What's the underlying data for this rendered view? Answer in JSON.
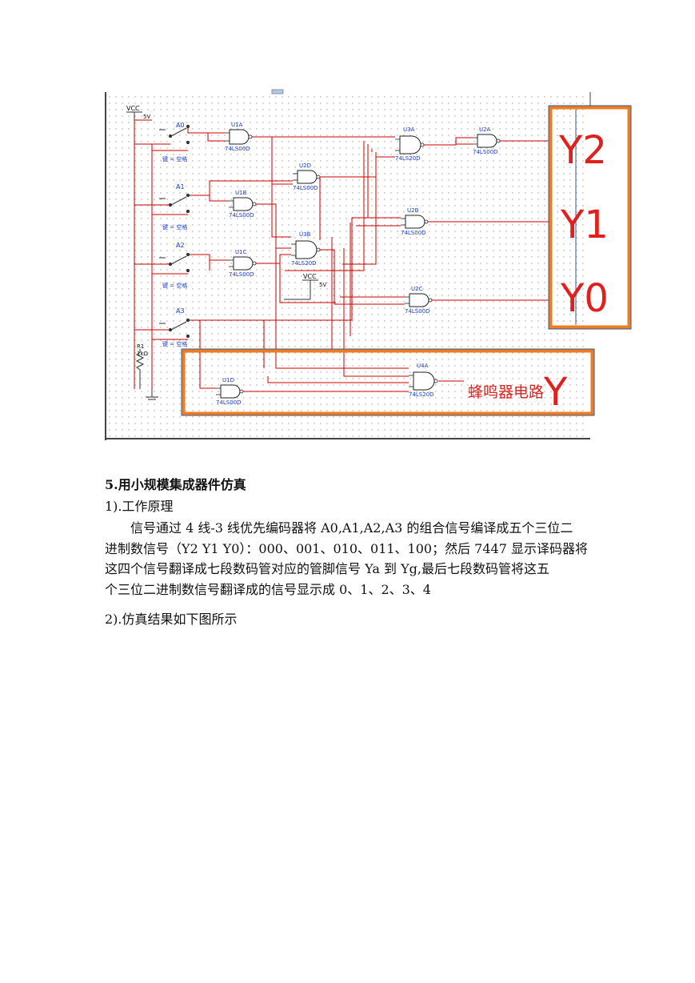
{
  "schematic": {
    "vcc_label": "VCC",
    "vcc_voltage": "5V",
    "vcc2_label": "VCC",
    "vcc2_voltage": "5V",
    "switches": [
      {
        "name": "A0",
        "key": "键 = 空格"
      },
      {
        "name": "A1",
        "key": "键 = 空格"
      },
      {
        "name": "A2",
        "key": "键 = 空格"
      },
      {
        "name": "A3",
        "key": "键 = 空格"
      }
    ],
    "resistor_name": "R1",
    "resistor_value": "1kΩ",
    "gates": [
      {
        "ref": "U1A",
        "part": "74LS00D"
      },
      {
        "ref": "U2D",
        "part": "74LS00D"
      },
      {
        "ref": "U1B",
        "part": "74LS00D"
      },
      {
        "ref": "U3B",
        "part": "74LS20D"
      },
      {
        "ref": "U1C",
        "part": "74LS00D"
      },
      {
        "ref": "U3A",
        "part": "74LS20D"
      },
      {
        "ref": "U2A",
        "part": "74LS00D"
      },
      {
        "ref": "U2B",
        "part": "74LS00D"
      },
      {
        "ref": "U2C",
        "part": "74LS00D"
      },
      {
        "ref": "U4A",
        "part": "74LS20D"
      },
      {
        "ref": "U1D",
        "part": "74LS00D"
      }
    ],
    "outputs": [
      "Y2",
      "Y1",
      "Y0"
    ],
    "buzzer_label": "蜂鸣器电路",
    "buzzer_output": "Y",
    "colors": {
      "wire": "#cc0000",
      "highlight": "#ef7d1f",
      "frame": "#3a5a9a",
      "label_blue": "#1a3ccc"
    }
  },
  "text": {
    "section_title": "5.用小规模集成器件仿真",
    "sub1": "1).工作原理",
    "para_lines": [
      "信号通过 4 线-3 线优先编码器将 A0,A1,A2,A3 的组合信号编译成五个三位二",
      "进制数信号（Y2 Y1 Y0）：000、001、010、011、100；然后 7447 显示译码器将",
      "这四个信号翻译成七段数码管对应的管脚信号 Ya 到 Yg,最后七段数码管将这五",
      "个三位二进制数信号翻译成的信号显示成 0、1、2、3、4"
    ],
    "sub2": "2).仿真结果如下图所示"
  }
}
